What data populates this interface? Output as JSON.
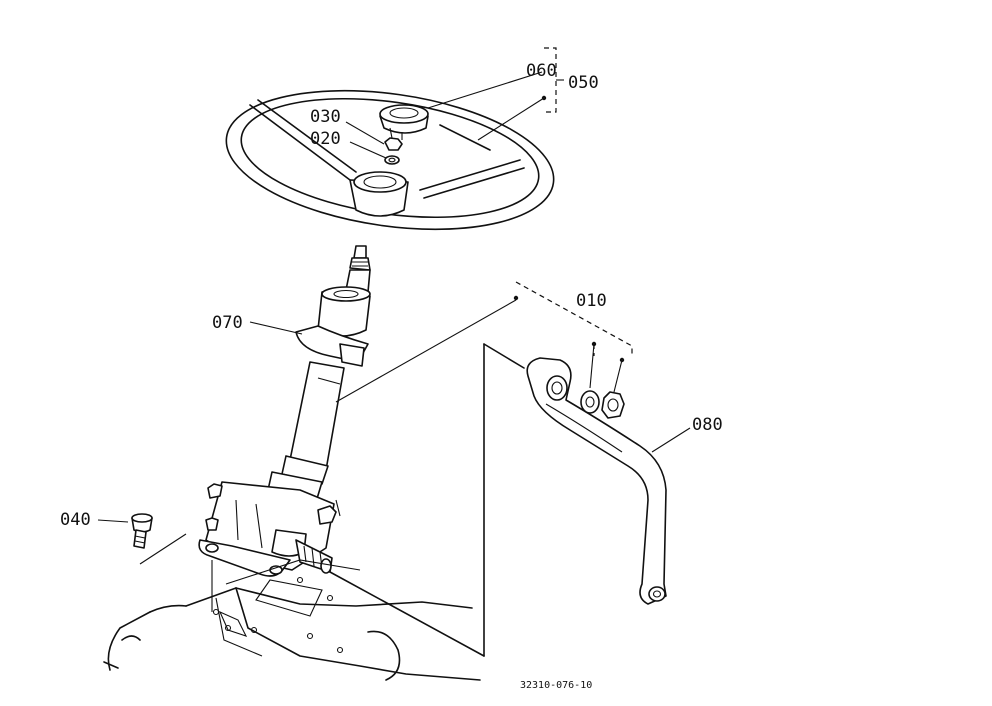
{
  "diagram": {
    "labels": {
      "p060": "060",
      "p050": "050",
      "p030": "030",
      "p020": "020",
      "p070": "070",
      "p010": "010",
      "p080": "080",
      "p040": "040"
    },
    "reference_code": "32310-076-10"
  }
}
